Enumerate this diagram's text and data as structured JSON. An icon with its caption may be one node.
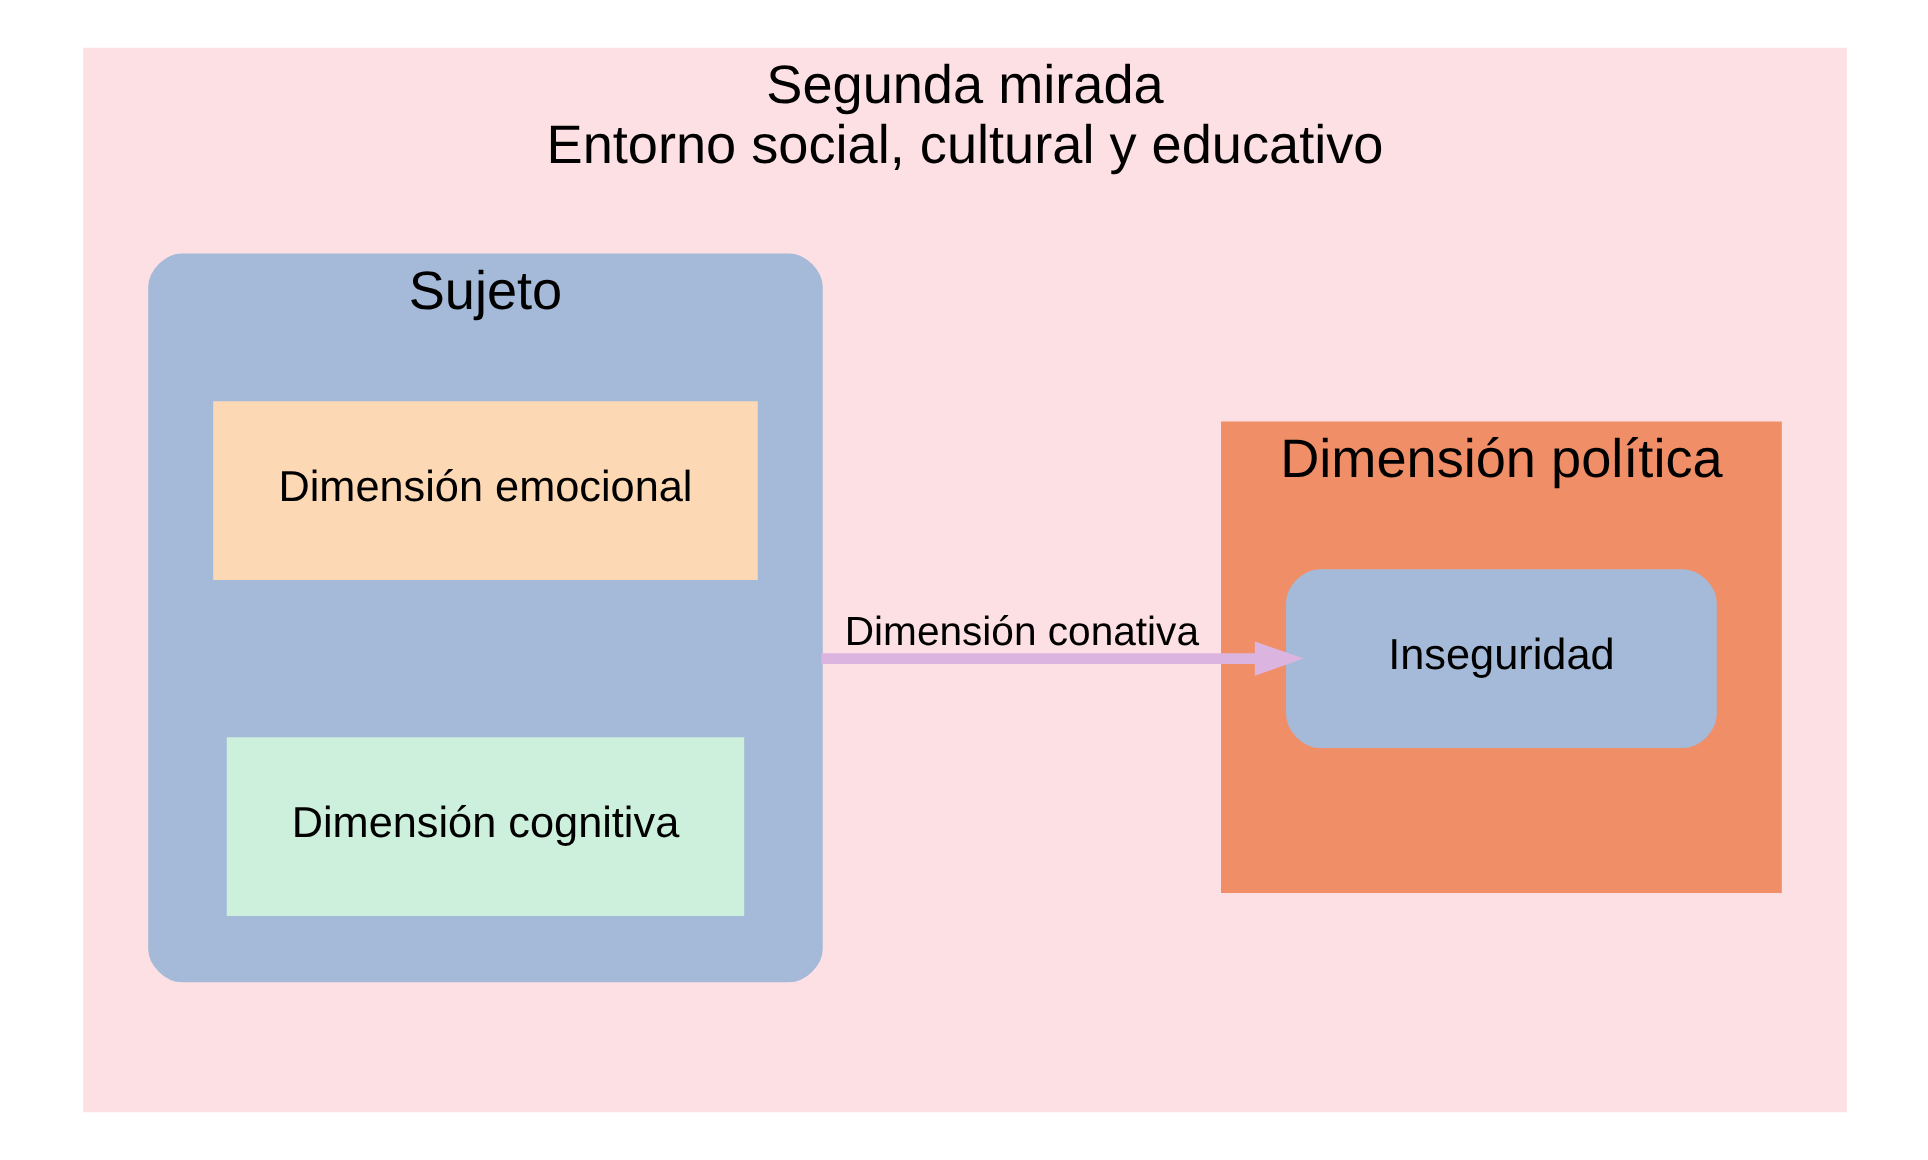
{
  "diagram": {
    "nodes": [
      {
        "text": [
          "Segunda mirada",
          "Entorno social, cultural y educativo"
        ]
      },
      {
        "text": [
          "Dimensión política"
        ],
        "in": 0
      },
      {
        "text": [
          "Sujeto"
        ],
        "in": 0
      },
      {
        "text": [
          "Dimensión emocional"
        ],
        "in": 2
      },
      {
        "text": [
          "Dimensión cognitiva"
        ],
        "in": 2
      },
      {
        "text": [
          "Inseguridad"
        ],
        "in": 1
      }
    ],
    "edges": [
      {
        "from": 2,
        "to": 5,
        "arrow": "to",
        "label": "Dimensión conativa",
        "color": "#dcb4e0"
      }
    ]
  }
}
